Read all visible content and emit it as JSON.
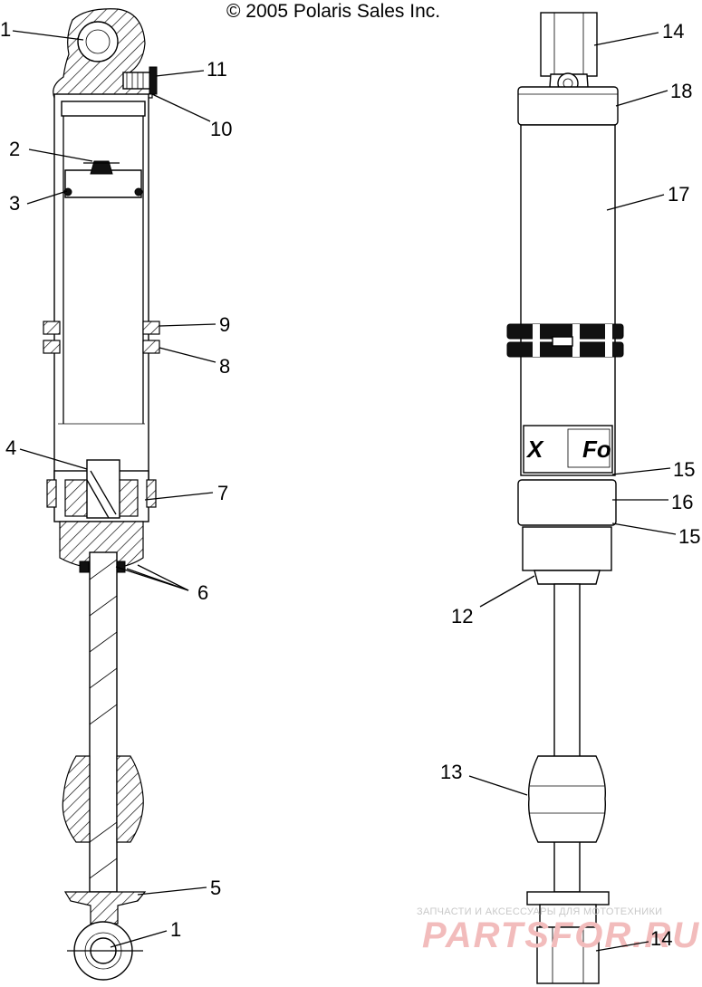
{
  "copyright": "© 2005 Polaris Sales Inc.",
  "watermark": {
    "line1": "ЗАПЧАСТИ И АКСЕССУАРЫ ДЛЯ МОТОТЕХНИКИ",
    "line2": "PARTSFOR.RU"
  },
  "brand_fragments": {
    "left": "X",
    "right": "Fo"
  },
  "callouts": {
    "c1_top": "1",
    "c2": "2",
    "c3": "3",
    "c4": "4",
    "c5": "5",
    "c6": "6",
    "c7": "7",
    "c8": "8",
    "c9": "9",
    "c10": "10",
    "c11": "11",
    "c1_bottom": "1",
    "c12": "12",
    "c13": "13",
    "c14_top": "14",
    "c15_upper": "15",
    "c16": "16",
    "c15_lower": "15",
    "c17": "17",
    "c18": "18",
    "c14_bottom": "14"
  }
}
